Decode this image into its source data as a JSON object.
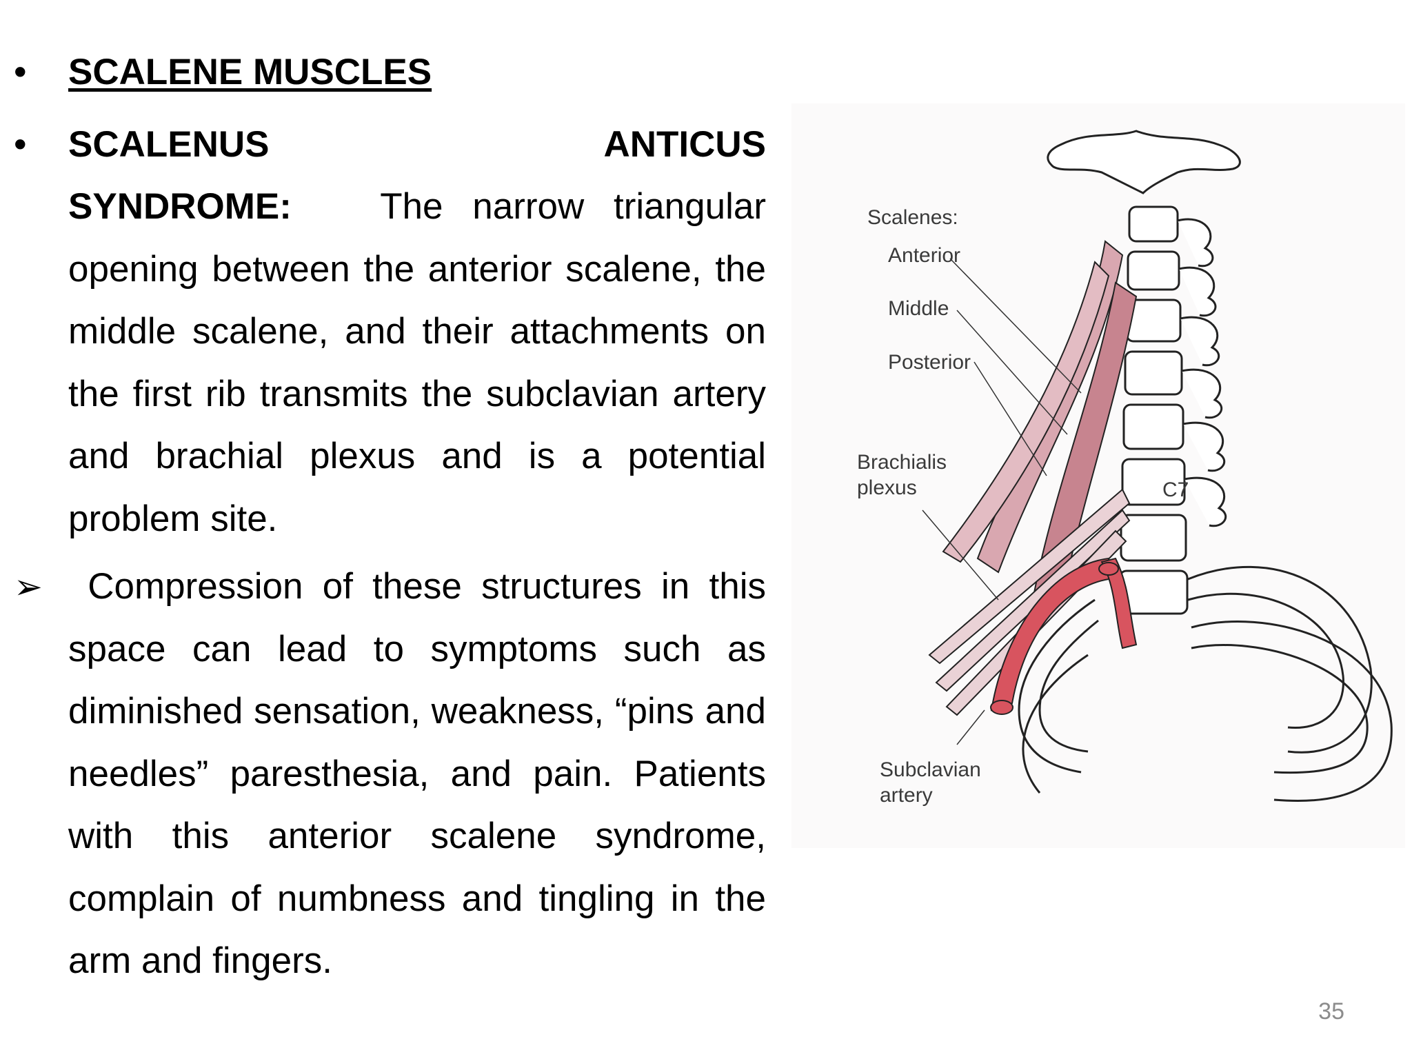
{
  "heading": "SCALENE MUSCLES",
  "syndrome": {
    "lead": "SCALENUS ANTICUS SYNDROME:",
    "text": "The narrow triangular opening between the anterior scalene, the middle scalene, and their attachments on the first rib transmits the subclavian artery and brachial plexus and is a potential problem site."
  },
  "compression": {
    "text": "Compression of these structures in this space can lead to symptoms such as diminished sensation, weakness, “pins and needles” paresthesia, and pain. Patients with this anterior scalene syndrome, complain of numbness and tingling in the arm and fingers."
  },
  "figure": {
    "labels": {
      "scalenes": "Scalenes:",
      "anterior": "Anterior",
      "middle": "Middle",
      "posterior": "Posterior",
      "brachialis_line1": "Brachialis",
      "brachialis_line2": "plexus",
      "c7": "C7",
      "subclavian_line1": "Subclavian",
      "subclavian_line2": "artery"
    },
    "colors": {
      "muscle": "#d9a7b0",
      "artery": "#d8545f",
      "outline": "#222222"
    }
  },
  "page_number": "35",
  "markers": {
    "bullet": "•",
    "arrow": "➢"
  }
}
